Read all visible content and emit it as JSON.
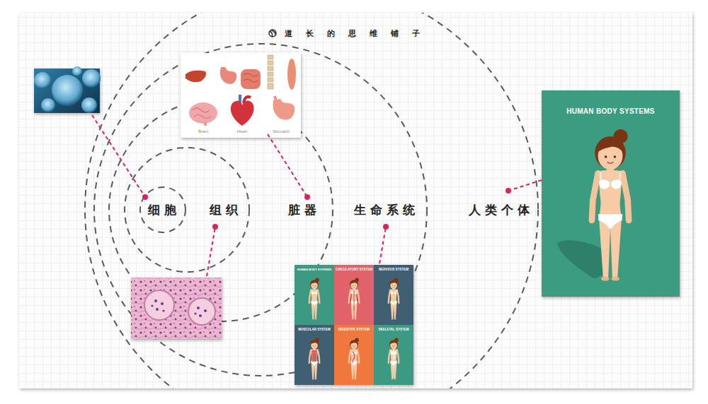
{
  "diagram": {
    "title": "道长的思维铺子",
    "nodes": [
      {
        "text": [
          "Brain",
          "Heart",
          "Stomach"
        ]
      },
      {
        "text": [
          "HUMAN BODY SYSTEMS"
        ]
      },
      {
        "text": [
          "CIRCULATORY SYSTEM"
        ]
      },
      {
        "text": [
          "NERVOUS SYSTEM"
        ]
      },
      {
        "text": [
          "MUSCULAR SYSTEM"
        ]
      },
      {
        "text": [
          "DIGESTIVE SYSTEM"
        ]
      },
      {
        "text": [
          "SKELETAL SYSTEM"
        ]
      },
      {
        "text": [
          "HUMAN BODY SYSTEMS"
        ]
      }
    ],
    "labels": [
      "细胞",
      "组织",
      "脏器",
      "生命系统",
      "人类个体"
    ]
  }
}
